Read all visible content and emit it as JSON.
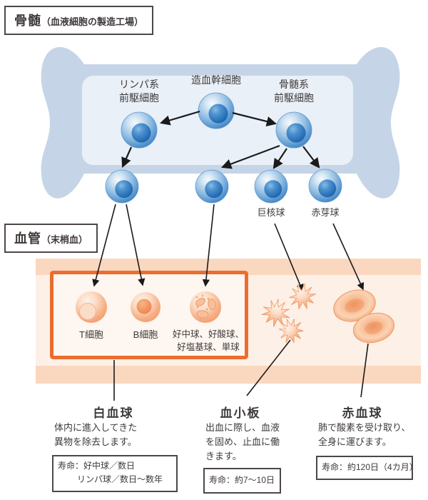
{
  "bone_section": {
    "label_title": "骨髄",
    "label_sub": "（血液細胞の製造工場）",
    "stem_cell": "造血幹細胞",
    "lymphoid_line1": "リンパ系",
    "lymphoid_line2": "前駆細胞",
    "myeloid_line1": "骨髄系",
    "myeloid_line2": "前駆細胞",
    "megakaryocyte": "巨核球",
    "erythroblast": "赤芽球"
  },
  "vessel_section": {
    "label_title": "血管",
    "label_sub": "（末梢血）",
    "t_cell": "T細胞",
    "b_cell": "B細胞",
    "granulocytes_line1": "好中球、好酸球、",
    "granulocytes_line2": "好塩基球、単球"
  },
  "legend": {
    "wbc": {
      "title": "白血球",
      "desc1": "体内に進入してきた",
      "desc2": "異物を除去します。",
      "lifespan1": "寿命：好中球／数日",
      "lifespan2": "リンパ球／数日～数年"
    },
    "platelet": {
      "title": "血小板",
      "desc1": "出血に際し、血液",
      "desc2": "を固め、止血に働",
      "desc3": "きます。",
      "lifespan": "寿命：約7～10日"
    },
    "rbc": {
      "title": "赤血球",
      "desc1": "肺で酸素を受け取り、",
      "desc2": "全身に運びます。",
      "lifespan": "寿命：約120日（4カ月）"
    }
  },
  "colors": {
    "bone": "#c5d5e7",
    "marrow": "#e9f0f8",
    "blue_cell": "#4e8fcb",
    "blue_nucleus": "#1a63ac",
    "vessel_wall": "#fad7bf",
    "vessel_inner": "#fdf0e7",
    "accent_orange": "#ec6d2d",
    "orange_cell": "#f6ab80",
    "text": "#3e3a39",
    "line": "#1a1a1a"
  }
}
